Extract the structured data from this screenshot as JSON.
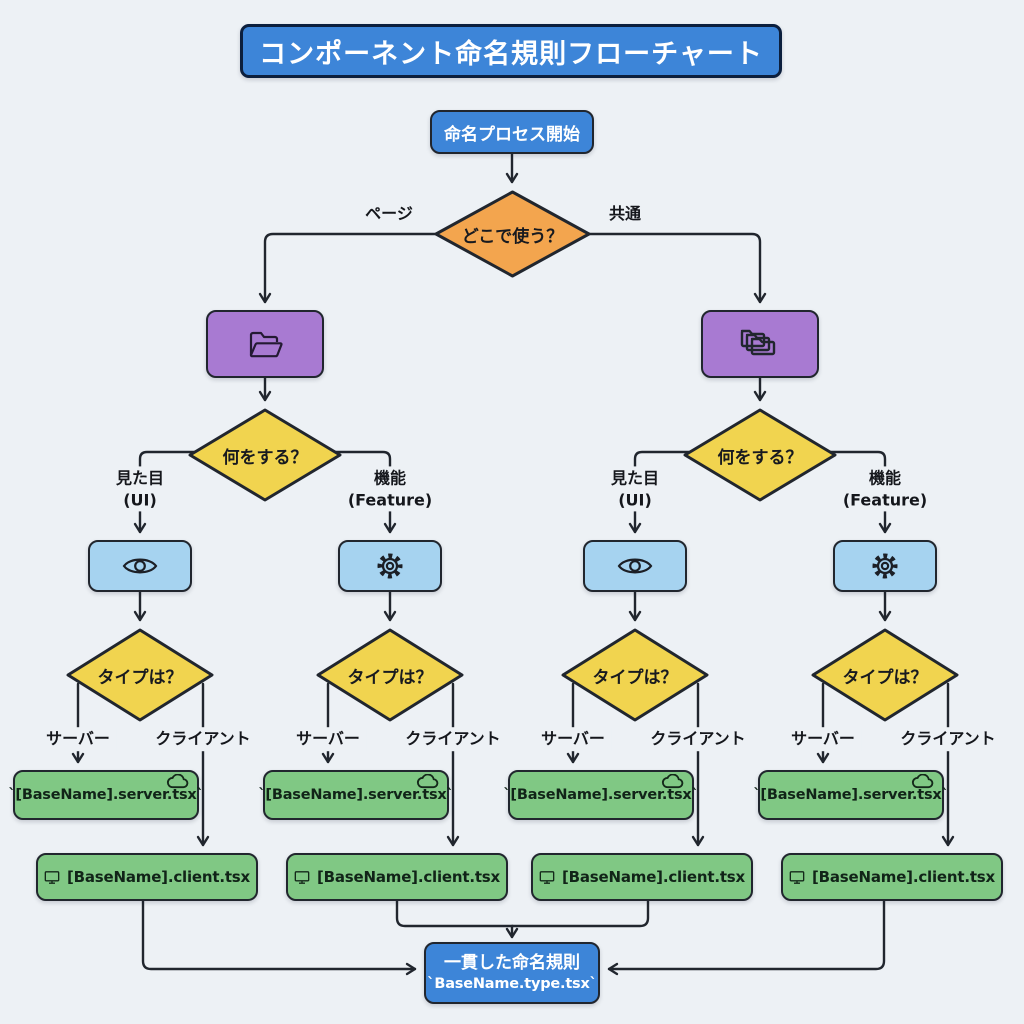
{
  "title": "コンポーネント命名規則フローチャート",
  "start": {
    "label": "命名プロセス開始"
  },
  "where_decision": {
    "question": "どこで使う？",
    "left_label": "ページ",
    "right_label": "共通"
  },
  "folders": {
    "page_icon": "open-folder-icon",
    "common_icon": "stacked-folders-icon"
  },
  "what_decision": {
    "question": "何をする？",
    "ui_label": "見た目",
    "ui_sub": "(UI)",
    "feature_label": "機能",
    "feature_sub": "(Feature)"
  },
  "category_icons": {
    "ui": "eye-icon",
    "feature": "gear-icon"
  },
  "type_decision": {
    "question": "タイプは？",
    "server_label": "サーバー",
    "client_label": "クライアント"
  },
  "files": {
    "server": "`[BaseName].server.tsx`",
    "server_icon": "cloud-icon",
    "client": "[BaseName].client.tsx",
    "client_icon": "monitor-icon"
  },
  "final": {
    "line1": "一貫した命名規則",
    "line2": "`BaseName.type.tsx`"
  },
  "colors": {
    "bg": "#edf1f5",
    "node_blue": "#3d85d8",
    "diamond_orange": "#f3a54e",
    "diamond_yellow": "#f1d44f",
    "node_purple": "#a87ad2",
    "node_lightblue": "#a6d3f0",
    "node_green": "#80c884",
    "line": "#21262e"
  }
}
